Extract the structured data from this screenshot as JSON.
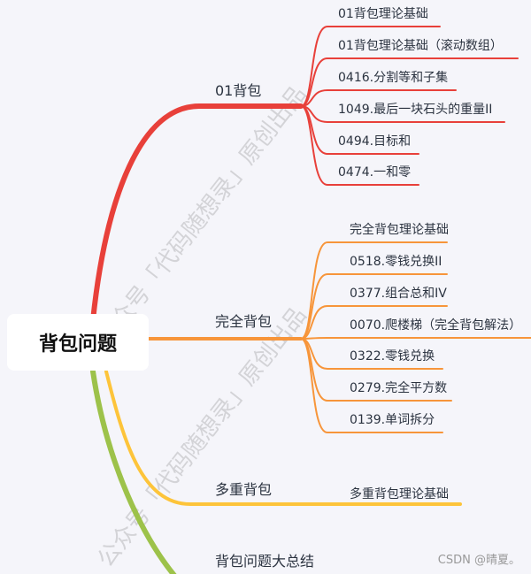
{
  "root": {
    "label": "背包问题"
  },
  "colors": {
    "zero_one": "#e8403a",
    "complete": "#f7953a",
    "multiple": "#fdc43a",
    "summary": "#9dc24a"
  },
  "branches": [
    {
      "label": "01背包",
      "children": [
        "01背包理论基础",
        "01背包理论基础（滚动数组）",
        "0416.分割等和子集",
        "1049.最后一块石头的重量II",
        "0494.目标和",
        "0474.一和零"
      ]
    },
    {
      "label": "完全背包",
      "children": [
        "完全背包理论基础",
        "0518.零钱兑换II",
        "0377.组合总和IV",
        "0070.爬楼梯（完全背包解法）",
        "0322.零钱兑换",
        "0279.完全平方数",
        "0139.单词拆分"
      ]
    },
    {
      "label": "多重背包",
      "children": [
        "多重背包理论基础"
      ]
    },
    {
      "label": "背包问题大总结",
      "children": []
    }
  ],
  "watermark": "公众号「代码随想录」原创出品",
  "credit": "CSDN @晴夏。"
}
